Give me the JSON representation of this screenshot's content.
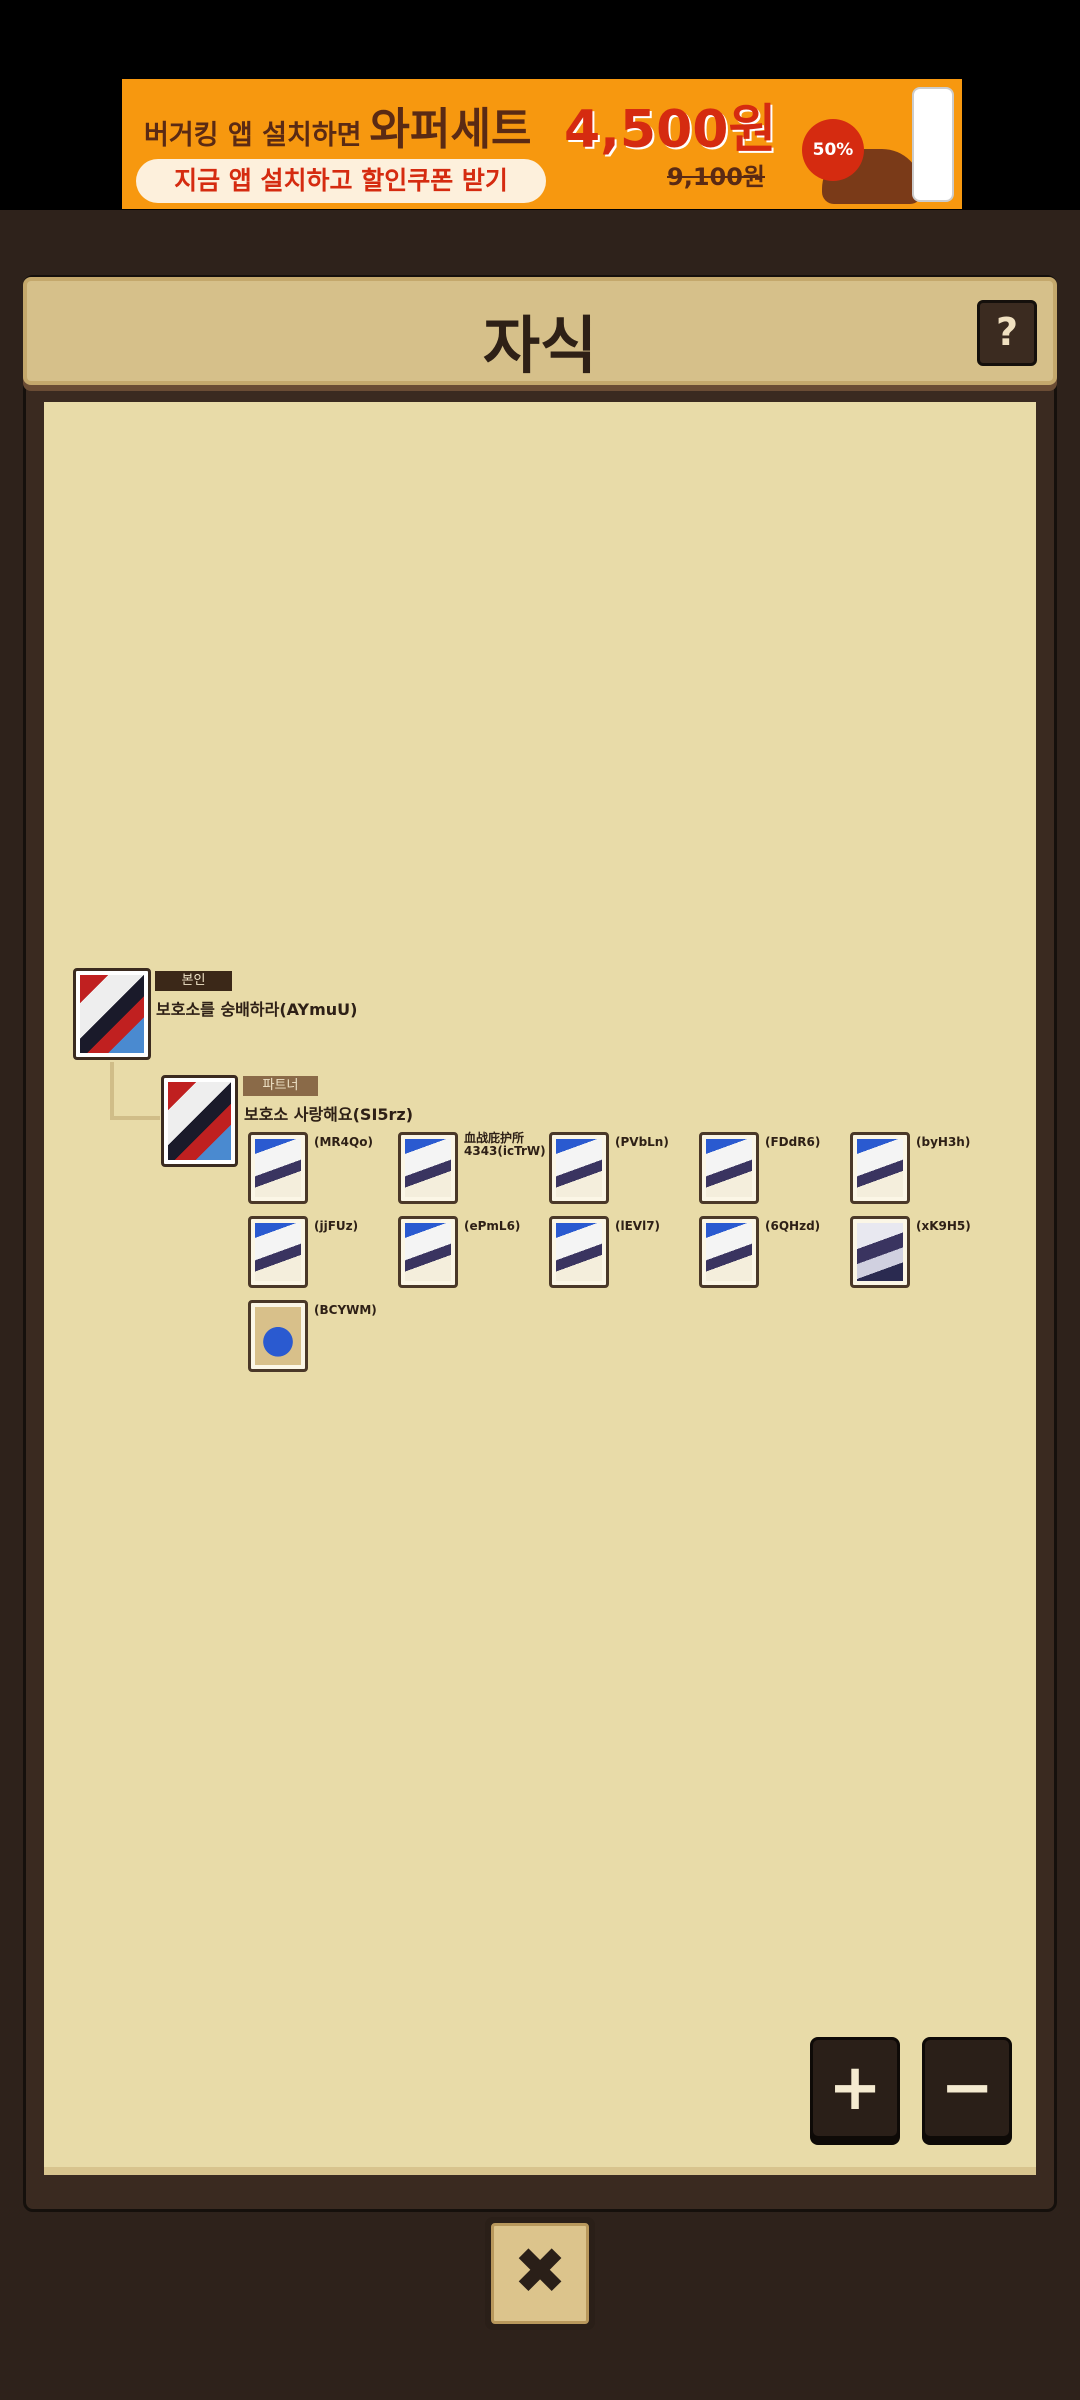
{
  "ad": {
    "line1": "버거킹 앱 설치하면",
    "product": "와퍼세트",
    "price": "4,500원",
    "old_price": "9,100원",
    "cta": "지금 앱 설치하고 할인쿠폰 받기",
    "badge": "50%"
  },
  "header": {
    "title": "자식",
    "help_label": "?"
  },
  "tree": {
    "self": {
      "tag": "본인",
      "name": "보호소를 숭배하라(AYmuU)"
    },
    "partner": {
      "tag": "파트너",
      "name": "보호소 사랑해요(SI5rz)"
    },
    "children": [
      {
        "label": "(MR4Qo)"
      },
      {
        "label": "血战庇护所\n4343(icTrW)"
      },
      {
        "label": "(PVbLn)"
      },
      {
        "label": "(FDdR6)"
      },
      {
        "label": "(byH3h)"
      },
      {
        "label": "(jjFUz)"
      },
      {
        "label": "(ePmL6)"
      },
      {
        "label": "(lEVl7)"
      },
      {
        "label": "(6QHzd)"
      },
      {
        "label": "(xK9H5)"
      },
      {
        "label": "(BCYWM)"
      }
    ]
  },
  "controls": {
    "zoom_in": "+",
    "zoom_out": "−",
    "close": "✖"
  }
}
